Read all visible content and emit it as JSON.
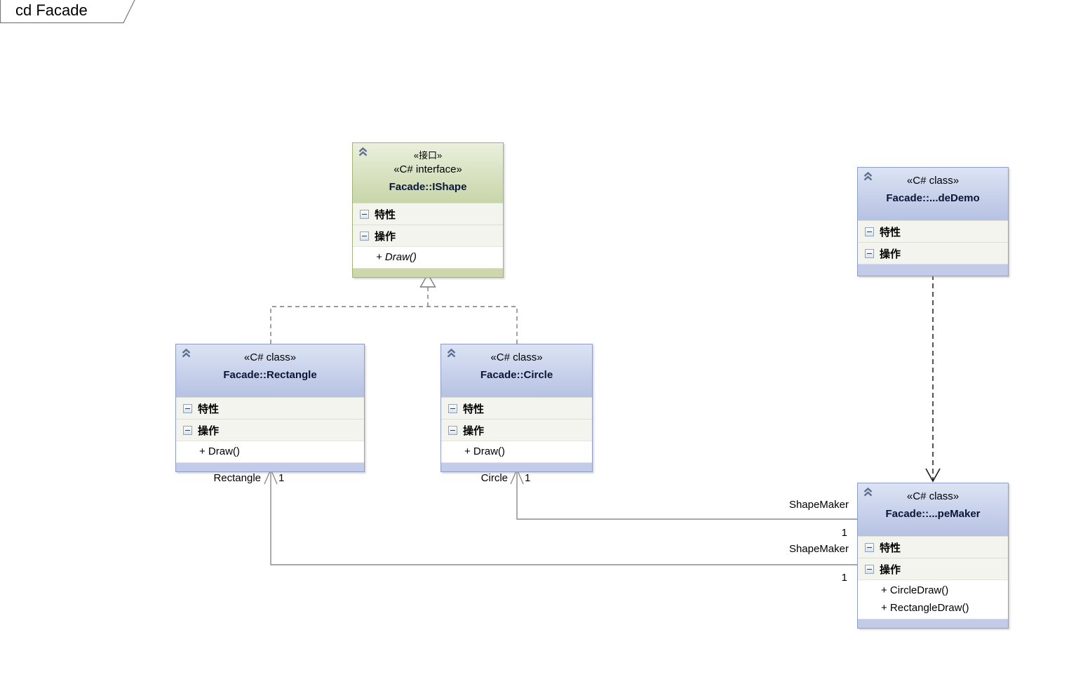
{
  "frame": {
    "label": "cd Facade"
  },
  "boxes": {
    "ishape": {
      "stereotype_local": "«接口»",
      "stereotype": "«C# interface»",
      "name": "Facade::IShape",
      "properties_label": "特性",
      "operations_label": "操作",
      "operations": [
        "+ Draw()"
      ]
    },
    "rectangle": {
      "stereotype": "«C# class»",
      "name": "Facade::Rectangle",
      "properties_label": "特性",
      "operations_label": "操作",
      "operations": [
        "+ Draw()"
      ]
    },
    "circle": {
      "stereotype": "«C# class»",
      "name": "Facade::Circle",
      "properties_label": "特性",
      "operations_label": "操作",
      "operations": [
        "+ Draw()"
      ]
    },
    "facadedemo": {
      "stereotype": "«C# class»",
      "name": "Facade::...deDemo",
      "properties_label": "特性",
      "operations_label": "操作",
      "operations": []
    },
    "shapemaker": {
      "stereotype": "«C# class»",
      "name": "Facade::...peMaker",
      "properties_label": "特性",
      "operations_label": "操作",
      "operations": [
        "+ CircleDraw()",
        "+ RectangleDraw()"
      ]
    }
  },
  "edge_labels": {
    "rectangle_role": "Rectangle",
    "rectangle_mult": "1",
    "circle_role": "Circle",
    "circle_mult": "1",
    "shapemaker_role_circle": "ShapeMaker",
    "shapemaker_mult_circle": "1",
    "shapemaker_role_rectangle": "ShapeMaker",
    "shapemaker_mult_rectangle": "1"
  },
  "colors": {
    "class_header": "#c3cee9",
    "interface_header": "#d3ddb4",
    "box_border_blue": "#8d9ec6",
    "box_border_green": "#a2b176",
    "connector_gray": "#8a8a8a",
    "dependency_black": "#1a1a1a"
  }
}
